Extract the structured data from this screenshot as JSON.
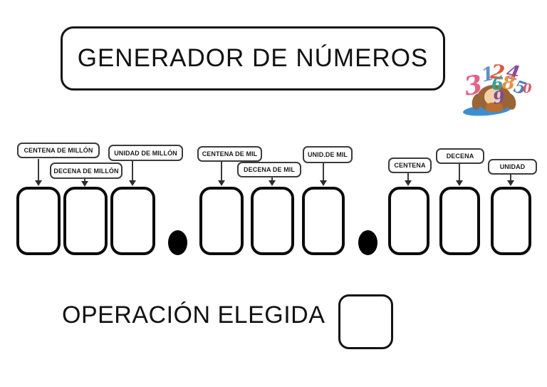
{
  "title": "GENERADOR DE NÚMEROS",
  "place_labels": [
    {
      "id": "centena-de-millon",
      "text": "CENTENA DE MILLÓN"
    },
    {
      "id": "decena-de-millon",
      "text": "DECENA DE MILLÓN"
    },
    {
      "id": "unidad-de-millon",
      "text": "UNIDAD DE MILLÓN"
    },
    {
      "id": "centena-de-mil",
      "text": "CENTENA DE MIL"
    },
    {
      "id": "decena-de-mil",
      "text": "DECENA DE MIL"
    },
    {
      "id": "unid-de-mil",
      "text": "UNID.DE MIL"
    },
    {
      "id": "centena",
      "text": "CENTENA"
    },
    {
      "id": "decena",
      "text": "DECENA"
    },
    {
      "id": "unidad",
      "text": "UNIDAD"
    }
  ],
  "digit_slots": [
    {
      "place": "centena-de-millon",
      "value": ""
    },
    {
      "place": "decena-de-millon",
      "value": ""
    },
    {
      "place": "unidad-de-millon",
      "value": ""
    },
    {
      "place": "centena-de-mil",
      "value": ""
    },
    {
      "place": "decena-de-mil",
      "value": ""
    },
    {
      "place": "unid-de-mil",
      "value": ""
    },
    {
      "place": "centena",
      "value": ""
    },
    {
      "place": "decena",
      "value": ""
    },
    {
      "place": "unidad",
      "value": ""
    }
  ],
  "separators": [
    {
      "symbol": "."
    },
    {
      "symbol": "."
    }
  ],
  "operation": {
    "label": "OPERACIÓN ELEGIDA",
    "value": ""
  },
  "decoration": {
    "digits": [
      {
        "char": "3",
        "color": "#e85f8a"
      },
      {
        "char": "1",
        "color": "#5b8fd0"
      },
      {
        "char": "2",
        "color": "#e0593a"
      },
      {
        "char": "4",
        "color": "#8e4a9e"
      },
      {
        "char": "6",
        "color": "#2aa5a0"
      },
      {
        "char": "8",
        "color": "#e8903a"
      },
      {
        "char": "5",
        "color": "#4a7fc1"
      },
      {
        "char": "0",
        "color": "#e0556a"
      },
      {
        "char": "9",
        "color": "#7a4a9e"
      }
    ],
    "board_color": "#3a8fd4"
  }
}
